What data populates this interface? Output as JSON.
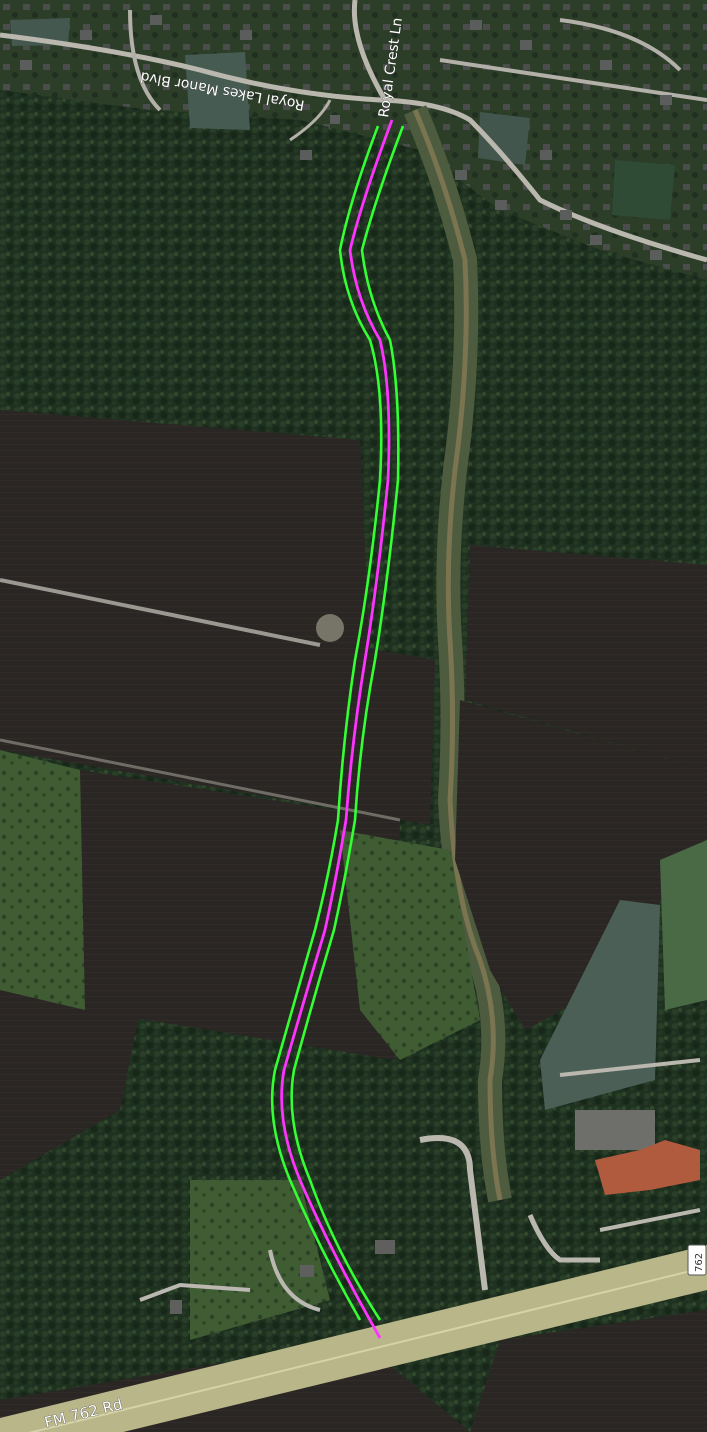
{
  "map": {
    "type": "satellite-imagery",
    "road_labels": {
      "royal_lakes": "Royal Lakes Manor Blvd",
      "royal_crest": "Royal Crest Ln",
      "fm762": "FM 762 Rd",
      "shield_762": "762"
    },
    "overlay": {
      "centerline_color": "#ff33ff",
      "buffer_color": "#33ff33"
    }
  }
}
